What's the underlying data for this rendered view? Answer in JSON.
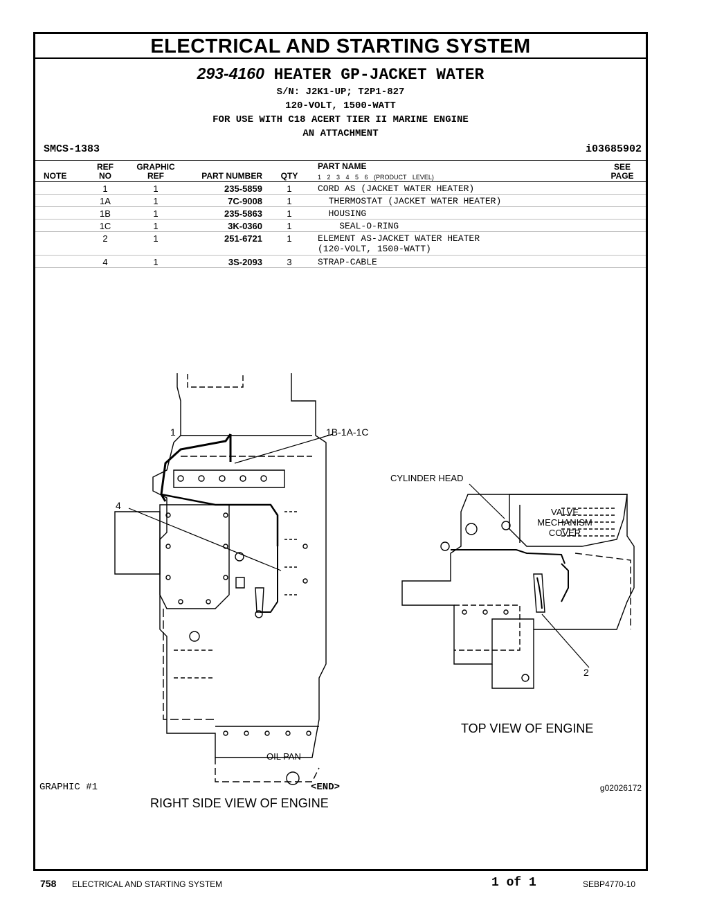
{
  "section_title": "ELECTRICAL AND STARTING SYSTEM",
  "group": {
    "part_number": "293-4160",
    "name": "HEATER GP-JACKET WATER",
    "lines": [
      "S/N: J2K1-UP; T2P1-827",
      "120-VOLT, 1500-WATT",
      "FOR USE WITH C18 ACERT TIER II MARINE ENGINE",
      "AN ATTACHMENT"
    ]
  },
  "smcs": "SMCS-1383",
  "ident": "i03685902",
  "table": {
    "headers": {
      "note": "NOTE",
      "ref_top": "REF",
      "ref_bottom": "NO",
      "graphic_top": "GRAPHIC",
      "graphic_bottom": "REF",
      "part_number": "PART NUMBER",
      "qty": "QTY",
      "part_name": "PART NAME",
      "levels": "1 2 3 4 5 6 (PRODUCT LEVEL)",
      "see_top": "SEE",
      "see_bottom": "PAGE"
    },
    "rows": [
      {
        "ref": "1",
        "graphic": "1",
        "part_number": "235-5859",
        "qty": "1",
        "name": "CORD AS (JACKET WATER HEATER)"
      },
      {
        "ref": "1A",
        "graphic": "1",
        "part_number": "7C-9008",
        "qty": "1",
        "name": "  THERMOSTAT (JACKET WATER HEATER)"
      },
      {
        "ref": "1B",
        "graphic": "1",
        "part_number": "235-5863",
        "qty": "1",
        "name": "  HOUSING"
      },
      {
        "ref": "1C",
        "graphic": "1",
        "part_number": "3K-0360",
        "qty": "1",
        "name": "    SEAL-O-RING"
      },
      {
        "ref": "2",
        "graphic": "1",
        "part_number": "251-6721",
        "qty": "1",
        "name": "ELEMENT AS-JACKET WATER HEATER\n(120-VOLT, 1500-WATT)"
      },
      {
        "ref": "4",
        "graphic": "1",
        "part_number": "3S-2093",
        "qty": "3",
        "name": "STRAP-CABLE"
      }
    ]
  },
  "drawing": {
    "callout_1": "1",
    "callout_1b": "1B-1A-1C",
    "callout_4": "4",
    "callout_2": "2",
    "cylinder_head": "CYLINDER HEAD",
    "valve_1": "VALVE",
    "valve_2": "MECHANISM",
    "valve_3": "COVER",
    "oil_pan": "OIL PAN",
    "top_view": "TOP VIEW OF ENGINE",
    "right_view": "RIGHT SIDE VIEW OF ENGINE"
  },
  "footer": {
    "graphic": "GRAPHIC #1",
    "end": "<END>",
    "graphic_id": "g02026172"
  },
  "page": {
    "number": "758",
    "section": "ELECTRICAL AND STARTING SYSTEM",
    "of": "1 of 1",
    "doc": "SEBP4770-10"
  }
}
